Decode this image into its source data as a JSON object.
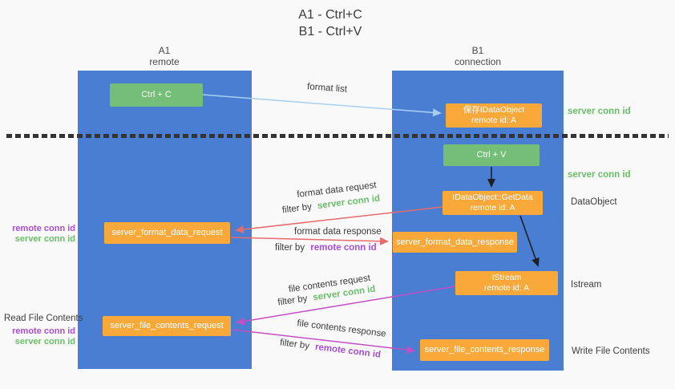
{
  "title": {
    "line1": "A1 - Ctrl+C",
    "line2": "B1 - Ctrl+V"
  },
  "columns": {
    "a": {
      "name": "A1",
      "role": "remote"
    },
    "b": {
      "name": "B1",
      "role": "connection"
    }
  },
  "nodes": {
    "ctrl_c": {
      "label": "Ctrl + C"
    },
    "save_idataobject": {
      "line1": "保存IDataObject",
      "line2": "remote id: A"
    },
    "ctrl_v": {
      "label": "Ctrl + V"
    },
    "idataobject_getdata": {
      "line1": "IDataObject::GetData",
      "line2": "remote id: A"
    },
    "server_format_data_request": {
      "label": "server_format_data_request"
    },
    "server_format_data_response": {
      "label": "server_format_data_response"
    },
    "istream": {
      "line1": "IStream",
      "line2": "remote id: A"
    },
    "server_file_contents_request": {
      "label": "server_file_contents_request"
    },
    "server_file_contents_response": {
      "label": "server_file_contents_response"
    }
  },
  "arrow_labels": {
    "format_list": "format list",
    "format_data_request": "format data request",
    "format_data_response": "format data response",
    "file_contents_request": "file contents request",
    "file_contents_response": "file contents response",
    "filter_by": "filter by"
  },
  "ids": {
    "server_conn_id": "server conn id",
    "remote_conn_id": "remote conn id"
  },
  "side_labels": {
    "dataobject": "DataObject",
    "istream": "Istream",
    "read_file_contents": "Read File Contents",
    "write_file_contents": "Write File Contents"
  },
  "colors": {
    "column_blue": "#4a7ed3",
    "box_green": "#74be77",
    "box_orange": "#f8a93a",
    "server_conn_green": "#6abf69",
    "remote_conn_purple": "#a84fd4",
    "request_arrow_red": "#e86b6b",
    "contents_arrow_magenta": "#c44fc4",
    "format_list_arrow_blue": "#a8cff0",
    "arrow_black": "#1f1f1f"
  }
}
